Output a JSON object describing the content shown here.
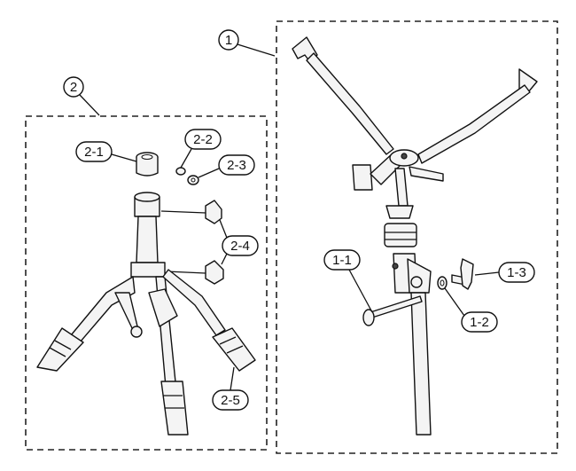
{
  "assemblies": [
    {
      "id": "1",
      "label": "1"
    },
    {
      "id": "2",
      "label": "2"
    }
  ],
  "callouts": {
    "c2_1": "2-1",
    "c2_2": "2-2",
    "c2_3": "2-3",
    "c2_4": "2-4",
    "c2_5": "2-5",
    "c1_1": "1-1",
    "c1_2": "1-2",
    "c1_3": "1-3"
  }
}
